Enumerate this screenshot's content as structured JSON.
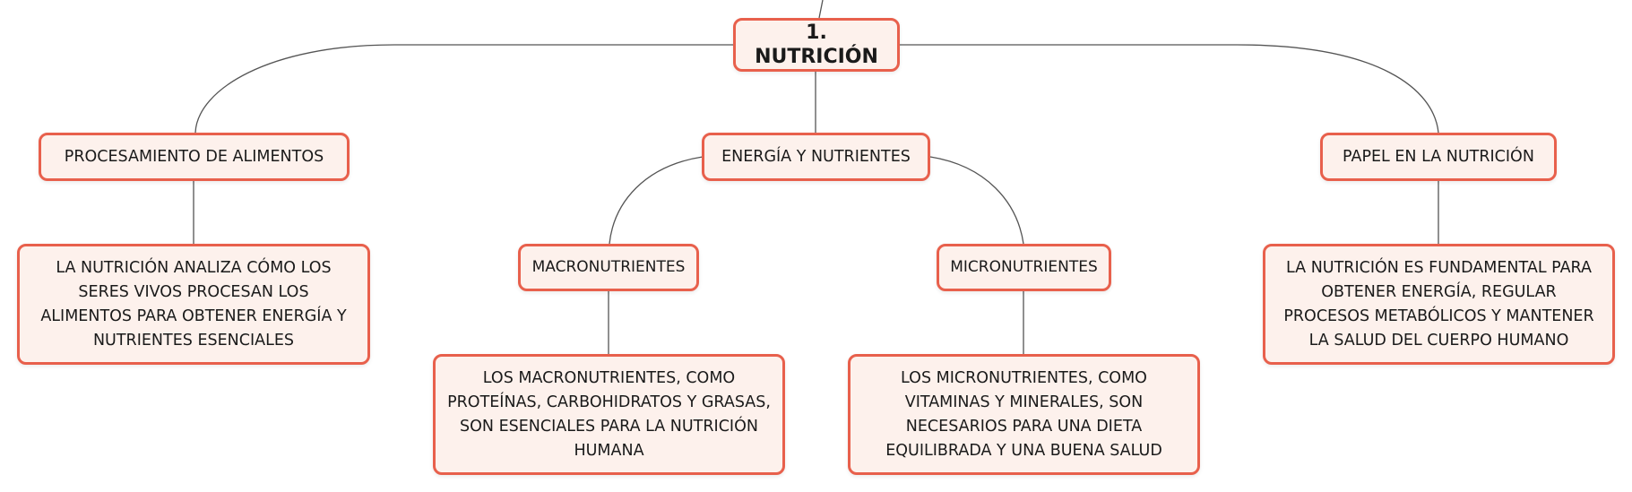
{
  "map": {
    "root": "1. NUTRICIÓN",
    "processing": {
      "title": "PROCESAMIENTO DE ALIMENTOS",
      "detail": "LA NUTRICIÓN ANALIZA CÓMO LOS SERES VIVOS PROCESAN LOS ALIMENTOS PARA OBTENER ENERGÍA Y NUTRIENTES ESENCIALES"
    },
    "energy": {
      "title": "ENERGÍA Y NUTRIENTES",
      "macro": {
        "title": "MACRONUTRIENTES",
        "detail": "LOS MACRONUTRIENTES, COMO PROTEÍNAS, CARBOHIDRATOS Y GRASAS, SON ESENCIALES PARA LA NUTRICIÓN HUMANA"
      },
      "micro": {
        "title": "MICRONUTRIENTES",
        "detail": "LOS MICRONUTRIENTES, COMO VITAMINAS Y MINERALES, SON NECESARIOS PARA UNA DIETA EQUILIBRADA Y UNA BUENA SALUD"
      }
    },
    "role": {
      "title": "PAPEL EN LA NUTRICIÓN",
      "detail": "LA NUTRICIÓN ES FUNDAMENTAL PARA OBTENER ENERGÍA, REGULAR PROCESOS METABÓLICOS Y MANTENER LA SALUD DEL CUERPO HUMANO"
    }
  },
  "colors": {
    "node_border": "#e8604c",
    "node_fill": "#fdf1ec",
    "connector": "#555555"
  }
}
